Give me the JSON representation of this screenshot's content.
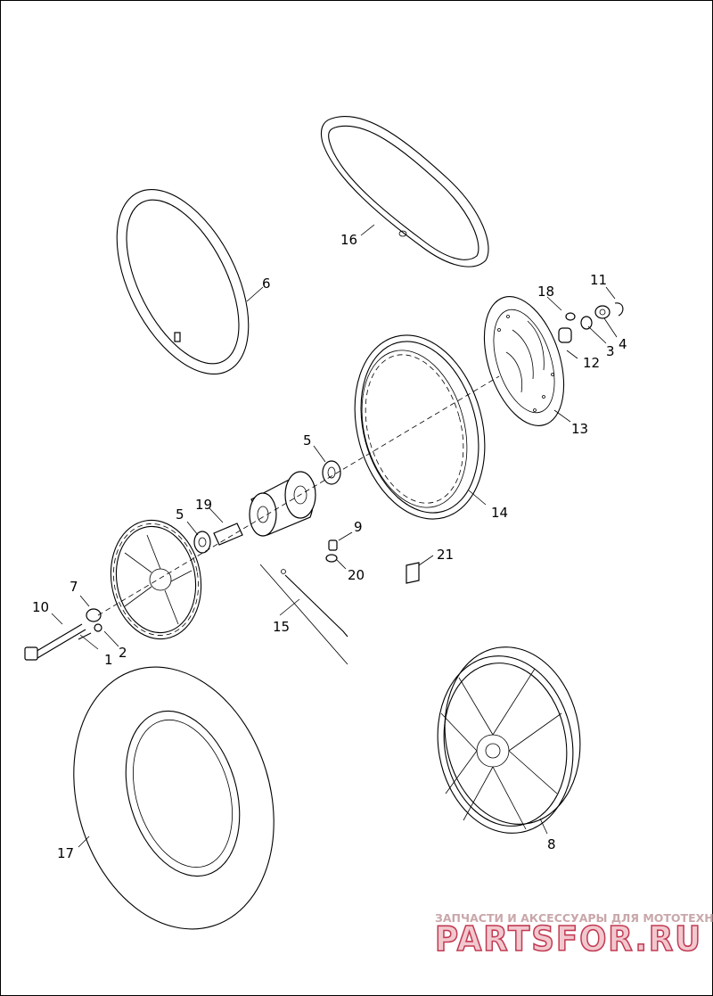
{
  "callouts": [
    {
      "id": "1",
      "text": "1"
    },
    {
      "id": "2",
      "text": "2"
    },
    {
      "id": "3",
      "text": "3"
    },
    {
      "id": "4",
      "text": "4"
    },
    {
      "id": "5a",
      "text": "5"
    },
    {
      "id": "5b",
      "text": "5"
    },
    {
      "id": "6",
      "text": "6"
    },
    {
      "id": "7",
      "text": "7"
    },
    {
      "id": "8",
      "text": "8"
    },
    {
      "id": "9",
      "text": "9"
    },
    {
      "id": "10",
      "text": "10"
    },
    {
      "id": "11",
      "text": "11"
    },
    {
      "id": "12",
      "text": "12"
    },
    {
      "id": "13",
      "text": "13"
    },
    {
      "id": "14",
      "text": "14"
    },
    {
      "id": "15",
      "text": "15"
    },
    {
      "id": "16",
      "text": "16"
    },
    {
      "id": "17",
      "text": "17"
    },
    {
      "id": "18",
      "text": "18"
    },
    {
      "id": "19",
      "text": "19"
    },
    {
      "id": "20",
      "text": "20"
    },
    {
      "id": "21",
      "text": "21"
    }
  ],
  "watermark": {
    "tagline": "ЗАПЧАСТИ И АКСЕССУАРЫ ДЛЯ МОТОТЕХНИКИ",
    "logo": "PARTSFOR.RU"
  },
  "colors": {
    "line": "#000000",
    "watermark_fill": "#f2c8cf",
    "watermark_stroke": "#c23a52"
  }
}
